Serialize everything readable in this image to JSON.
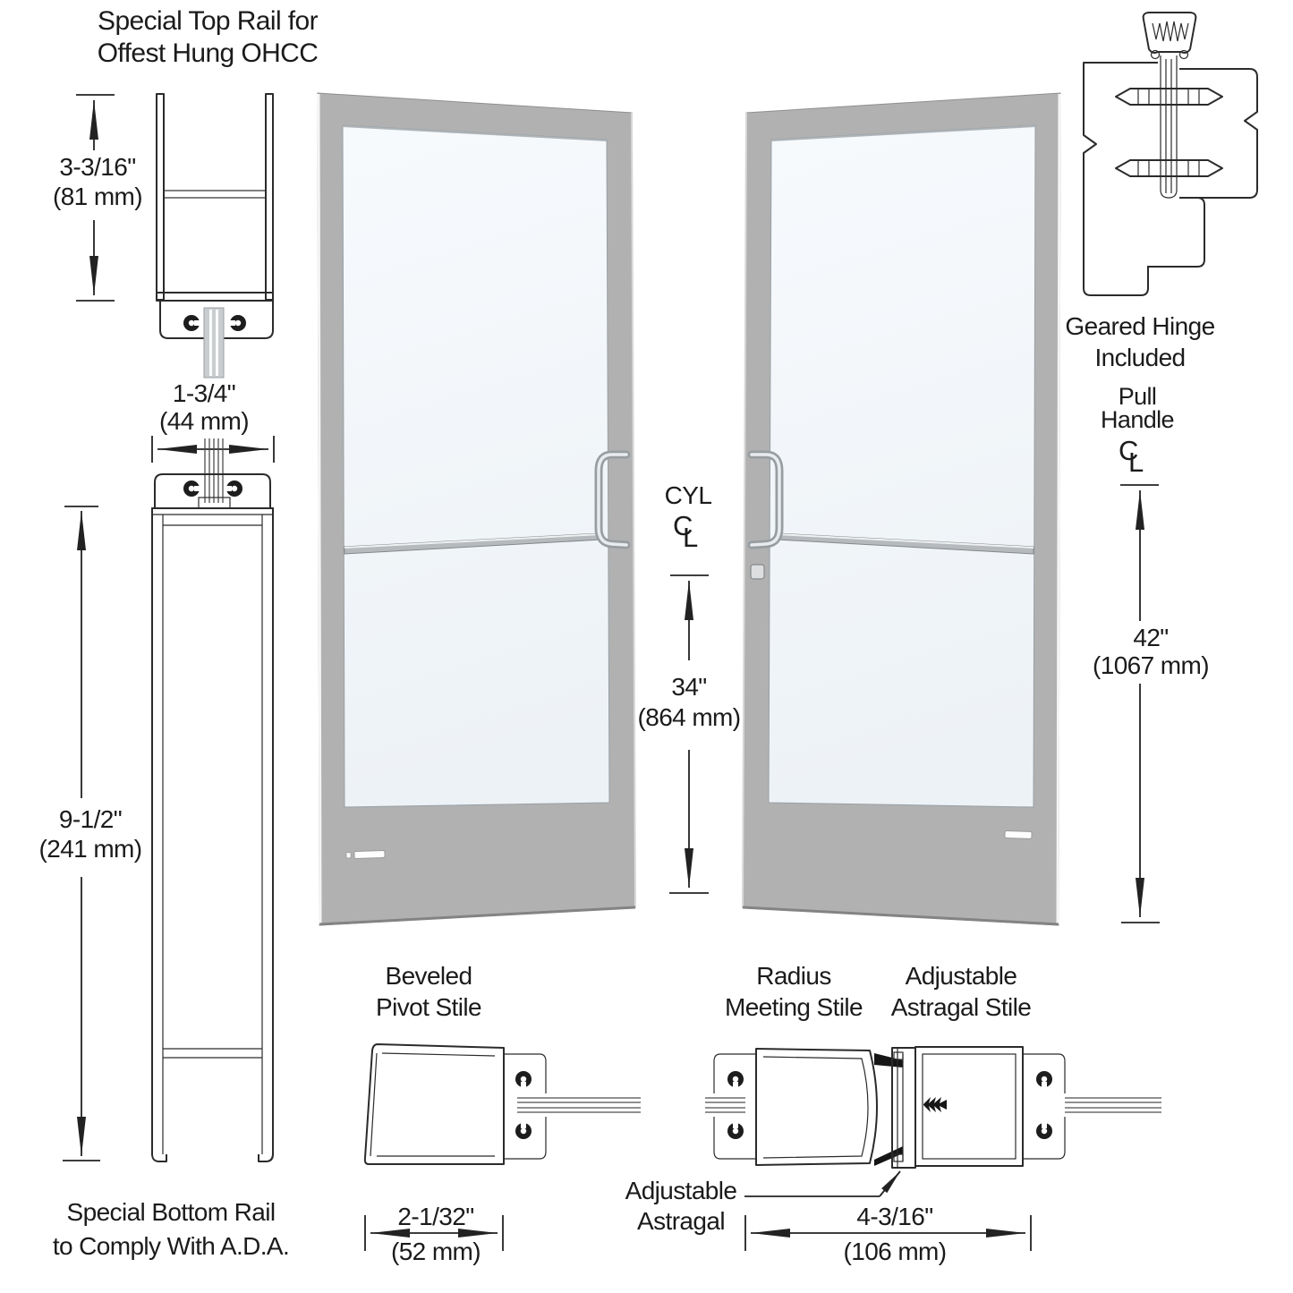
{
  "diagram_title": "Aluminum door elevation and extrusion sections",
  "labels": {
    "top_rail": [
      "Special Top Rail for",
      "Offest Hung OHCC"
    ],
    "dim_top_rail": [
      "3-3/16\"",
      "(81 mm)"
    ],
    "dim_door_thickness": [
      "1-3/4\"",
      "(44 mm)"
    ],
    "dim_bottom_rail": [
      "9-1/2\"",
      "(241 mm)"
    ],
    "bottom_rail": [
      "Special Bottom Rail",
      "to Comply With A.D.A."
    ],
    "cyl": "CYL",
    "dim_cyl_height": [
      "34\"",
      "(864 mm)"
    ],
    "geared_hinge": [
      "Geared Hinge",
      "Included"
    ],
    "pull_handle": [
      "Pull",
      "Handle"
    ],
    "dim_pull_height": [
      "42\"",
      "(1067 mm)"
    ],
    "beveled_pivot": [
      "Beveled",
      "Pivot Stile"
    ],
    "radius_meeting": [
      "Radius",
      "Meeting Stile"
    ],
    "adjustable_astragal_stile": [
      "Adjustable",
      "Astragal Stile"
    ],
    "adjustable_astragal": [
      "Adjustable",
      "Astragal"
    ],
    "dim_pivot_stile": [
      "2-1/32\"",
      "(52 mm)"
    ],
    "dim_astragal": [
      "4-3/16\"",
      "(106 mm)"
    ],
    "centerline": {
      "c": "C",
      "l": "L"
    }
  },
  "colors": {
    "background": "#ffffff",
    "line": "#2b2b2b",
    "door_frame_gray": "#b1b1b1",
    "door_edge_highlight": "#f4f4f4",
    "door_bottom_shadow": "#838383",
    "glass_top": "#f7fafd",
    "glass_bottom": "#edf2f6",
    "hardware_metal": "#b6babd",
    "glass_section_gray": "#c9cdcf"
  }
}
